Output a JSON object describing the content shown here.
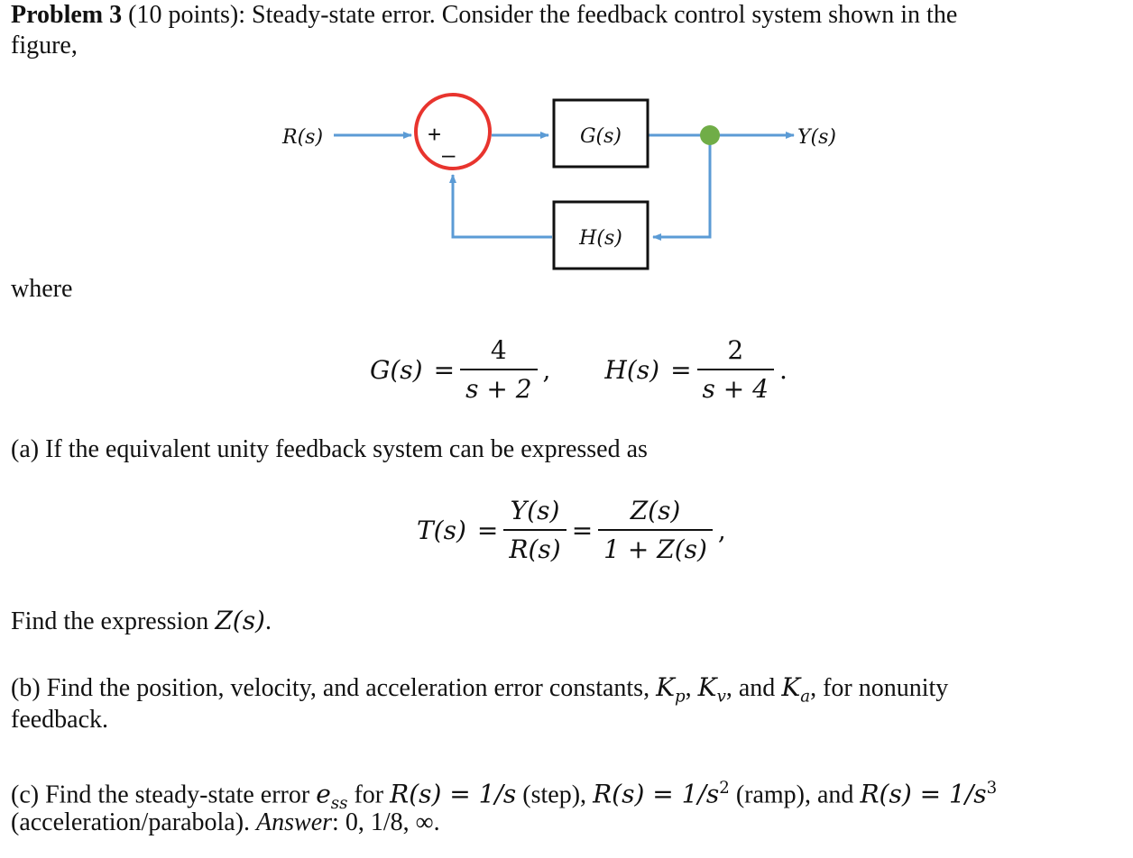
{
  "problem": {
    "heading_bold": "Problem 3",
    "heading_rest": " (10 points): Steady-state error. Consider the feedback control system shown in the",
    "heading_line2": "figure,"
  },
  "diagram": {
    "input_label": "R(s)",
    "output_label": "Y(s)",
    "plus_sign": "+",
    "minus_sign": "–",
    "forward_block": "G(s)",
    "feedback_block": "H(s)",
    "arrow_color": "#5B9BD5",
    "sum_circle_color": "#E8342E",
    "pickoff_color": "#70AD47"
  },
  "where_label": "where",
  "definitions": {
    "G_lhs": "G(s)",
    "G_num": "4",
    "G_den": "s + 2",
    "H_lhs": "H(s)",
    "H_num": "2",
    "H_den": "s + 4",
    "equals": "=",
    "comma": ",",
    "period": "."
  },
  "part_a": {
    "text": "(a) If the equivalent unity feedback system can be expressed as",
    "T_lhs": "T(s)",
    "frac1_num": "Y(s)",
    "frac1_den": "R(s)",
    "frac2_num": "Z(s)",
    "frac2_den": "1 + Z(s)",
    "find_text": "Find the expression ",
    "find_var": "Z(s)",
    "find_end": "."
  },
  "part_b": {
    "text_before": "(b) Find the position, velocity, and acceleration error constants, ",
    "Kp": "K",
    "Kp_sub": "p",
    "Kv": "K",
    "Kv_sub": "v",
    "Ka": "K",
    "Ka_sub": "a",
    "sep1": ", ",
    "sep2": ", and ",
    "text_after": ", for nonunity",
    "line2": "feedback."
  },
  "part_c": {
    "prefix": "(c) Find the steady-state error ",
    "ess": "e",
    "ess_sub": "ss",
    "for": " for ",
    "step_expr": "R(s) = 1/s",
    "step_label": " (step), ",
    "ramp_expr": "R(s) = 1/s",
    "ramp_sup": "2",
    "ramp_label": " (ramp), and ",
    "para_expr": "R(s) = 1/s",
    "para_sup": "3",
    "line2_start": "(acceleration/parabola). ",
    "answer_label": "Answer",
    "answer_values": ": 0, 1/8, ∞."
  }
}
